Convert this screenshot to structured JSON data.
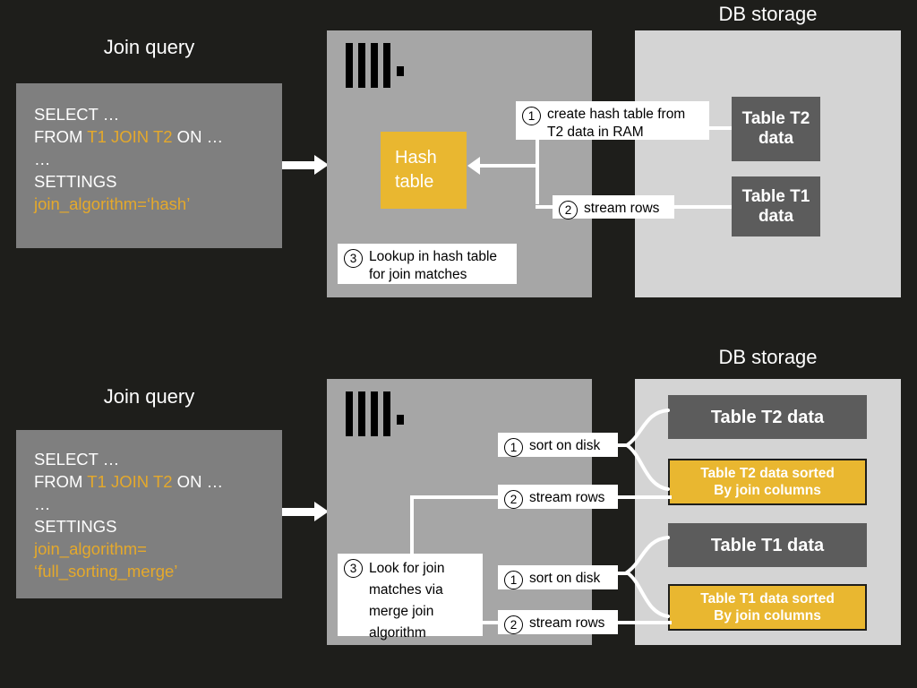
{
  "colors": {
    "background": "#1e1e1b",
    "engine_panel": "#a6a6a6",
    "storage_panel": "#d4d4d4",
    "query_box": "#7f7f7f",
    "table_box": "#5c5c5c",
    "accent_yellow": "#e9b730",
    "text_white": "#ffffff",
    "callout_bg": "#ffffff"
  },
  "diagram": {
    "type": "flow-diagram",
    "title": "ClickHouse join algorithms: hash vs full_sorting_merge",
    "sections": [
      {
        "id": "hash-join",
        "query_heading": "Join query",
        "storage_heading": "DB storage",
        "query": {
          "lines": [
            {
              "text": "SELECT …",
              "style": "white"
            },
            {
              "text": "FROM ",
              "style": "white",
              "suffix_yellow": "T1 JOIN T2",
              "suffix_white": " ON …"
            },
            {
              "text": "…",
              "style": "white"
            },
            {
              "text": "SETTINGS",
              "style": "white"
            },
            {
              "text": "join_algorithm=‘hash’",
              "style": "yellow"
            }
          ],
          "select_line": "SELECT …",
          "from_prefix": "FROM ",
          "from_tables": "T1 JOIN T2",
          "from_suffix": " ON …",
          "ellipsis_line": "…",
          "settings_line": "SETTINGS",
          "algorithm_line": "join_algorithm=‘hash’"
        },
        "engine": {
          "logo": "clickhouse-logo",
          "hash_table_label_line1": "Hash",
          "hash_table_label_line2": "table",
          "step3": {
            "number": "3",
            "text": "Lookup in hash table for join matches"
          }
        },
        "storage": {
          "tables": [
            {
              "line1": "Table T2",
              "line2": "data",
              "variant": "plain"
            },
            {
              "line1": "Table T1",
              "line2": "data",
              "variant": "plain"
            }
          ]
        },
        "steps": [
          {
            "number": "1",
            "text": "create hash table from T2 data in RAM"
          },
          {
            "number": "2",
            "text": "stream rows"
          }
        ]
      },
      {
        "id": "full-sorting-merge-join",
        "query_heading": "Join query",
        "storage_heading": "DB storage",
        "query": {
          "select_line": "SELECT …",
          "from_prefix": "FROM ",
          "from_tables": "T1 JOIN T2",
          "from_suffix": " ON …",
          "ellipsis_line": "…",
          "settings_line": "SETTINGS",
          "algorithm_line1": "join_algorithm=",
          "algorithm_line2": "‘full_sorting_merge’"
        },
        "engine": {
          "logo": "clickhouse-logo",
          "step3": {
            "number": "3",
            "text": "Look for join matches via merge join algorithm"
          }
        },
        "storage": {
          "tables": [
            {
              "label": "Table T2 data",
              "variant": "plain"
            },
            {
              "line1": "Table T2 data sorted",
              "line2": "By join columns",
              "variant": "sorted"
            },
            {
              "label": "Table T1 data",
              "variant": "plain"
            },
            {
              "line1": "Table T1 data sorted",
              "line2": "By join columns",
              "variant": "sorted"
            }
          ]
        },
        "steps": [
          {
            "number": "1",
            "text": "sort on disk"
          },
          {
            "number": "2",
            "text": "stream rows"
          },
          {
            "number": "1",
            "text": "sort on disk"
          },
          {
            "number": "2",
            "text": "stream rows"
          }
        ]
      }
    ]
  }
}
